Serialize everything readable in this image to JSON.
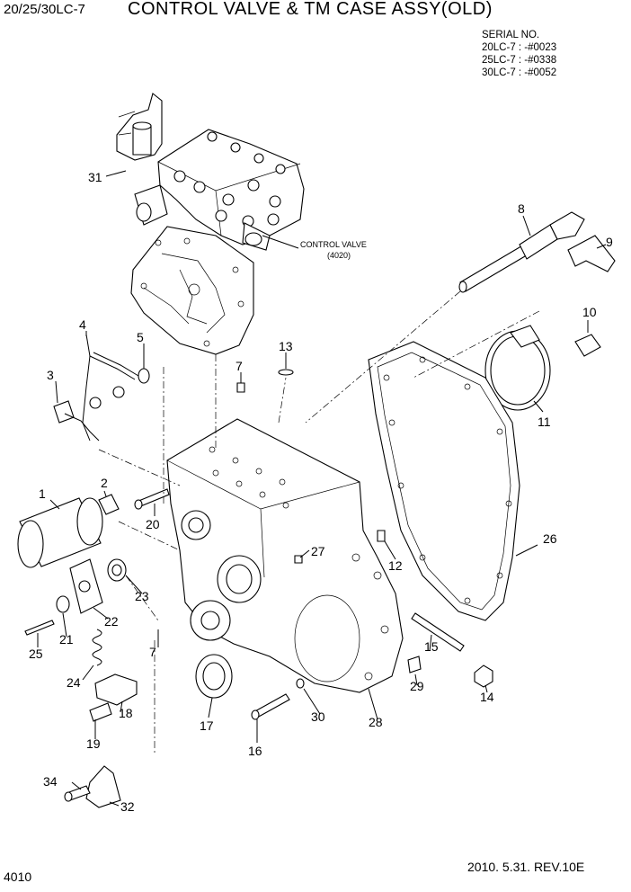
{
  "header": {
    "model": "20/25/30LC-7",
    "title": "CONTROL VALVE & TM CASE ASSY(OLD)"
  },
  "serial": {
    "heading": "SERIAL NO.",
    "lines": [
      "20LC-7 : -#0023",
      "25LC-7 : -#0338",
      "30LC-7 : -#0052"
    ]
  },
  "annotation": {
    "label": "CONTROL  VALVE",
    "code": "(4020)"
  },
  "callouts": [
    "1",
    "2",
    "3",
    "4",
    "5",
    "7",
    "7",
    "8",
    "9",
    "10",
    "11",
    "12",
    "13",
    "14",
    "15",
    "16",
    "17",
    "18",
    "19",
    "20",
    "21",
    "22",
    "23",
    "24",
    "25",
    "26",
    "27",
    "28",
    "29",
    "30",
    "31",
    "32",
    "34"
  ],
  "footer": {
    "page": "4010",
    "revision": "2010. 5.31.  REV.10E"
  }
}
